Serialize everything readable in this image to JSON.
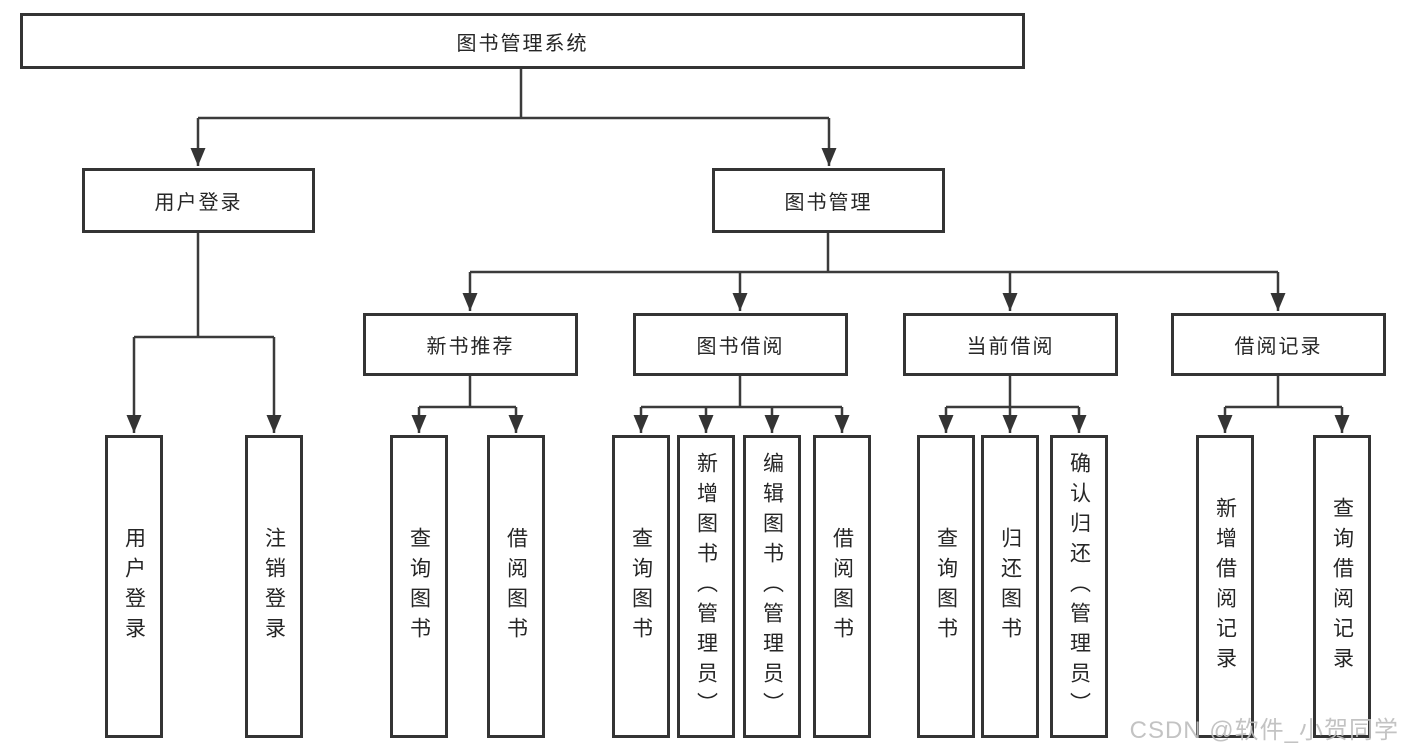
{
  "diagram": {
    "title_node": {
      "label": "图书管理系统"
    },
    "branches": [
      {
        "label": "用户登录",
        "children": [
          {
            "label": "用户登录"
          },
          {
            "label": "注销登录"
          }
        ]
      },
      {
        "label": "图书管理",
        "sections": [
          {
            "label": "新书推荐",
            "children": [
              {
                "label": "查询图书"
              },
              {
                "label": "借阅图书"
              }
            ]
          },
          {
            "label": "图书借阅",
            "children": [
              {
                "label": "查询图书"
              },
              {
                "label": "新增图书（管理员）"
              },
              {
                "label": "编辑图书（管理员）"
              },
              {
                "label": "借阅图书"
              }
            ]
          },
          {
            "label": "当前借阅",
            "children": [
              {
                "label": "查询图书"
              },
              {
                "label": "归还图书"
              },
              {
                "label": "确认归还（管理员）"
              }
            ]
          },
          {
            "label": "借阅记录",
            "children": [
              {
                "label": "新增借阅记录"
              },
              {
                "label": "查询借阅记录"
              }
            ]
          }
        ]
      }
    ],
    "watermark": "CSDN @软件_小贺同学",
    "colors": {
      "line": "#3b3b3b",
      "box_border": "#343434",
      "text": "#262626",
      "watermark": "#bdbdbd",
      "background": "#ffffff"
    }
  }
}
